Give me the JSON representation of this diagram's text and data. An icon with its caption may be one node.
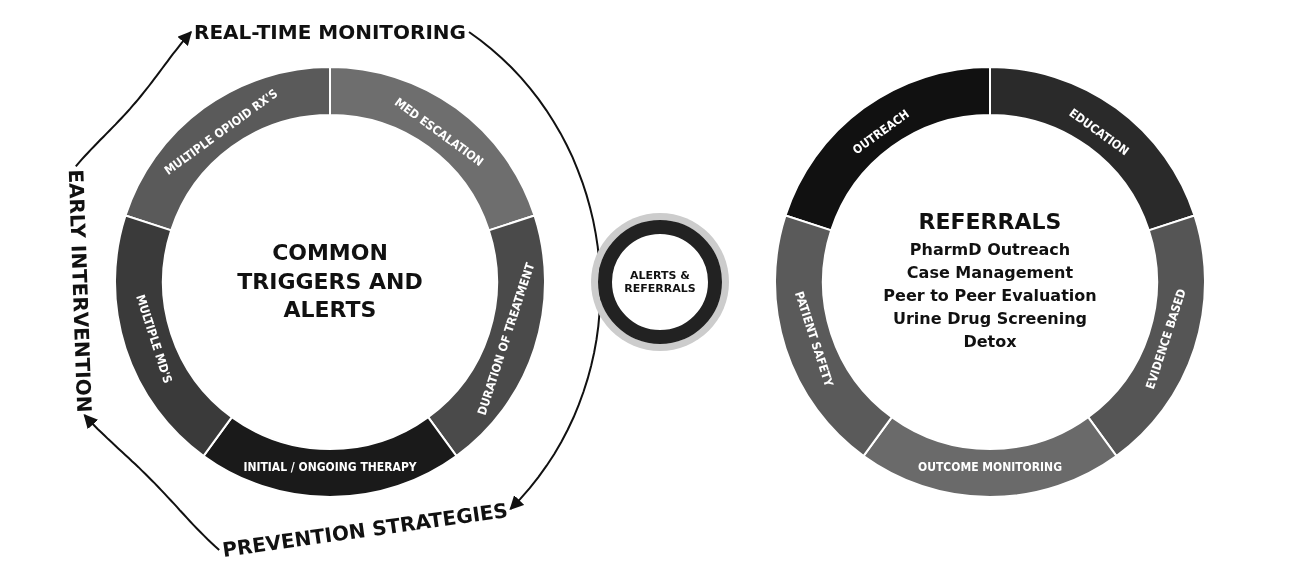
{
  "diagram": {
    "nodes": [
      {
        "text": [
          "COMMON TRIGGERS AND ALERTS"
        ]
      },
      {
        "text": [
          "MULTIPLE OPIOID RX'S"
        ],
        "in": 0
      },
      {
        "text": [
          "MED ESCALATION"
        ],
        "in": 0
      },
      {
        "text": [
          "DURATION OF TREATMENT"
        ],
        "in": 0
      },
      {
        "text": [
          "INITIAL / ONGOING THERAPY"
        ],
        "in": 0
      },
      {
        "text": [
          "MULTIPLE MD'S"
        ],
        "in": 0
      },
      {
        "text": [
          "REAL-TIME MONITORING"
        ]
      },
      {
        "text": [
          "PREVENTION STRATEGIES"
        ]
      },
      {
        "text": [
          "EARLY INTERVENTION"
        ]
      },
      {
        "text": [
          "ALERTS & REFERRALS"
        ]
      },
      {
        "text": [
          "REFERRALS",
          "PharmD Outreach",
          "Case Management",
          "Peer to Peer Evaluation",
          "Urine Drug Screening",
          "Detox"
        ]
      },
      {
        "text": [
          "OUTREACH"
        ],
        "in": 10
      },
      {
        "text": [
          "EDUCATION"
        ],
        "in": 10
      },
      {
        "text": [
          "EVIDENCE BASED"
        ],
        "in": 10
      },
      {
        "text": [
          "OUTCOME MONITORING"
        ],
        "in": 10
      },
      {
        "text": [
          "PATIENT SAFETY"
        ],
        "in": 10
      }
    ],
    "edges": [
      {
        "from": 6,
        "to": 7,
        "arrow": "to"
      },
      {
        "from": 7,
        "to": 8,
        "arrow": "to"
      },
      {
        "from": 8,
        "to": 6,
        "arrow": "to"
      }
    ]
  }
}
